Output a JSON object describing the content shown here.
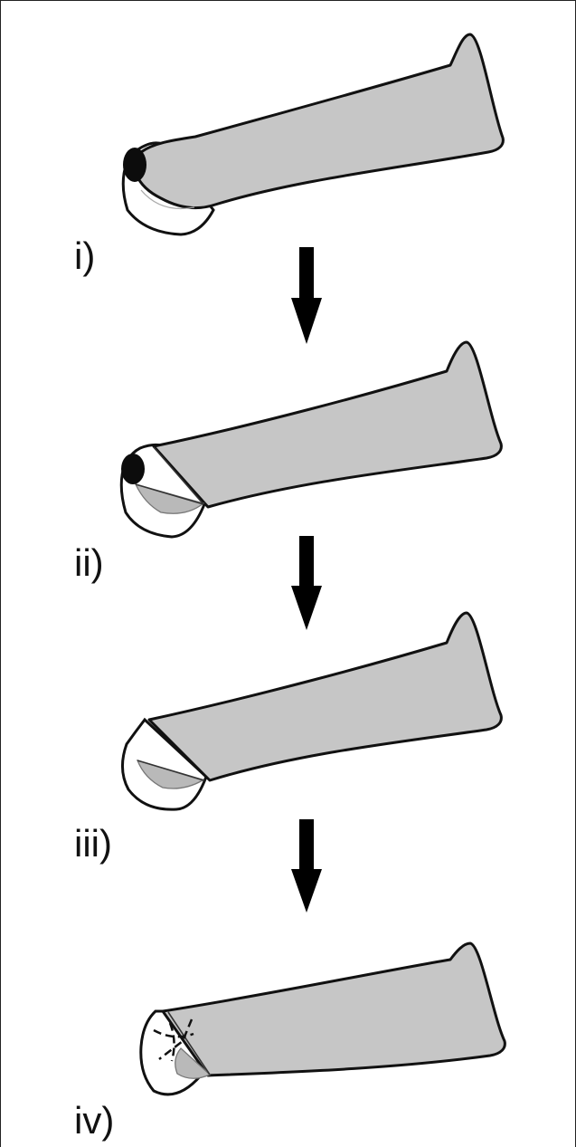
{
  "steps": [
    {
      "label": "i)"
    },
    {
      "label": "ii)"
    },
    {
      "label": "iii)"
    },
    {
      "label": "iv)"
    }
  ]
}
